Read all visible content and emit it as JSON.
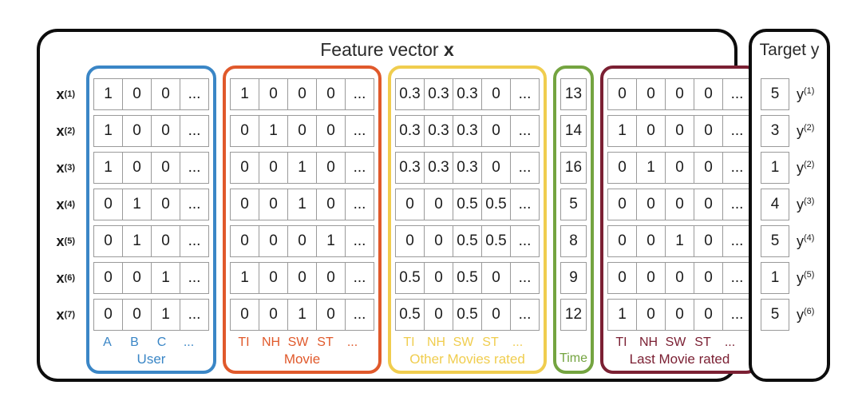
{
  "header": {
    "title_prefix": "Feature vector ",
    "title_bold": "x"
  },
  "feature_table": {
    "row_label_base": "x",
    "row_label_sups": [
      "(1)",
      "(2)",
      "(3)",
      "(4)",
      "(5)",
      "(6)",
      "(7)"
    ],
    "cell_border_color": "#9a9a9a",
    "groups": [
      {
        "id": "user",
        "name": "User",
        "color": "#3a86c6",
        "col_labels": [
          "A",
          "B",
          "C",
          "..."
        ],
        "rows": [
          [
            "1",
            "0",
            "0",
            "..."
          ],
          [
            "1",
            "0",
            "0",
            "..."
          ],
          [
            "1",
            "0",
            "0",
            "..."
          ],
          [
            "0",
            "1",
            "0",
            "..."
          ],
          [
            "0",
            "1",
            "0",
            "..."
          ],
          [
            "0",
            "0",
            "1",
            "..."
          ],
          [
            "0",
            "0",
            "1",
            "..."
          ]
        ]
      },
      {
        "id": "movie",
        "name": "Movie",
        "color": "#e0592b",
        "col_labels": [
          "TI",
          "NH",
          "SW",
          "ST",
          "..."
        ],
        "rows": [
          [
            "1",
            "0",
            "0",
            "0",
            "..."
          ],
          [
            "0",
            "1",
            "0",
            "0",
            "..."
          ],
          [
            "0",
            "0",
            "1",
            "0",
            "..."
          ],
          [
            "0",
            "0",
            "1",
            "0",
            "..."
          ],
          [
            "0",
            "0",
            "0",
            "1",
            "..."
          ],
          [
            "1",
            "0",
            "0",
            "0",
            "..."
          ],
          [
            "0",
            "0",
            "1",
            "0",
            "..."
          ]
        ]
      },
      {
        "id": "other-movies",
        "name": "Other Movies rated",
        "color": "#f0cd4e",
        "col_labels": [
          "TI",
          "NH",
          "SW",
          "ST",
          "..."
        ],
        "rows": [
          [
            "0.3",
            "0.3",
            "0.3",
            "0",
            "..."
          ],
          [
            "0.3",
            "0.3",
            "0.3",
            "0",
            "..."
          ],
          [
            "0.3",
            "0.3",
            "0.3",
            "0",
            "..."
          ],
          [
            "0",
            "0",
            "0.5",
            "0.5",
            "..."
          ],
          [
            "0",
            "0",
            "0.5",
            "0.5",
            "..."
          ],
          [
            "0.5",
            "0",
            "0.5",
            "0",
            "..."
          ],
          [
            "0.5",
            "0",
            "0.5",
            "0",
            "..."
          ]
        ]
      },
      {
        "id": "time",
        "name": "Time",
        "color": "#74a440",
        "col_labels": [],
        "rows": [
          [
            "13"
          ],
          [
            "14"
          ],
          [
            "16"
          ],
          [
            "5"
          ],
          [
            "8"
          ],
          [
            "9"
          ],
          [
            "12"
          ]
        ]
      },
      {
        "id": "last-movie",
        "name": "Last Movie rated",
        "color": "#7b2033",
        "col_labels": [
          "TI",
          "NH",
          "SW",
          "ST",
          "..."
        ],
        "rows": [
          [
            "0",
            "0",
            "0",
            "0",
            "..."
          ],
          [
            "1",
            "0",
            "0",
            "0",
            "..."
          ],
          [
            "0",
            "1",
            "0",
            "0",
            "..."
          ],
          [
            "0",
            "0",
            "0",
            "0",
            "..."
          ],
          [
            "0",
            "0",
            "1",
            "0",
            "..."
          ],
          [
            "0",
            "0",
            "0",
            "0",
            "..."
          ],
          [
            "1",
            "0",
            "0",
            "0",
            "..."
          ]
        ]
      }
    ]
  },
  "target_panel": {
    "title": "Target y",
    "label_base": "y",
    "rows": [
      {
        "value": "5",
        "sup": "(1)"
      },
      {
        "value": "3",
        "sup": "(2)"
      },
      {
        "value": "1",
        "sup": "(2)"
      },
      {
        "value": "4",
        "sup": "(3)"
      },
      {
        "value": "5",
        "sup": "(4)"
      },
      {
        "value": "1",
        "sup": "(5)"
      },
      {
        "value": "5",
        "sup": "(6)"
      }
    ]
  }
}
